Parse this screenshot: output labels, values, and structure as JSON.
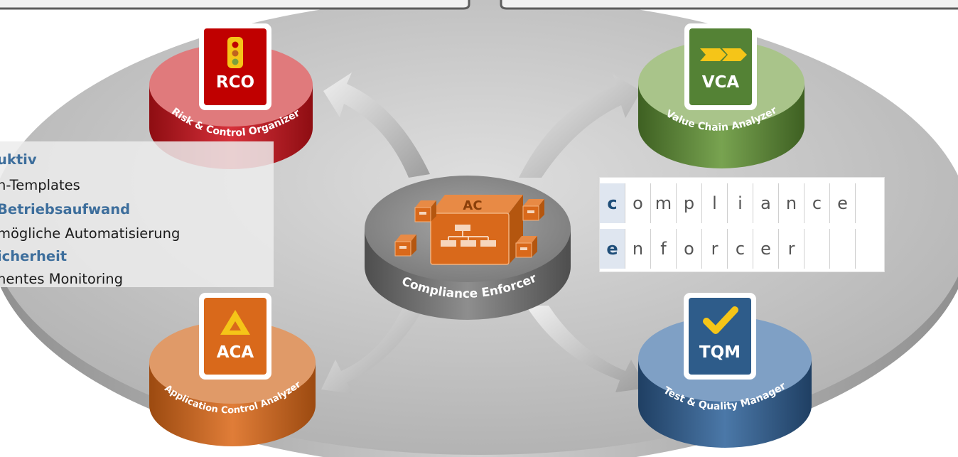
{
  "modules": {
    "rco": {
      "abbr": "RCO",
      "name": "Risk & Control Organizer"
    },
    "vca": {
      "abbr": "VCA",
      "name": "Value Chain Analyzer"
    },
    "aca": {
      "abbr": "ACA",
      "name": "Application Control Analyzer"
    },
    "tqm": {
      "abbr": "TQM",
      "name": "Test & Quality Manager"
    },
    "center": {
      "abbr": "AC",
      "name": "Compliance Enforcer"
    }
  },
  "info": {
    "lines": [
      "uktiv",
      "n-Templates",
      "Betriebsaufwand",
      "mögliche Automatisierung",
      "icherheit",
      "nentes Monitoring"
    ]
  },
  "brand_grid": {
    "row1": [
      "c",
      "o",
      "m",
      "p",
      "l",
      "i",
      "a",
      "n",
      "c",
      "e"
    ],
    "row2": [
      "e",
      "n",
      "f",
      "o",
      "r",
      "c",
      "e",
      "r",
      "",
      ""
    ]
  },
  "colors": {
    "rco": "#c00000",
    "vca": "#548235",
    "aca": "#d9691b",
    "tqm": "#2e5c8a",
    "accent_blue": "#3d6e9c",
    "icon_yellow": "#f5c518"
  }
}
